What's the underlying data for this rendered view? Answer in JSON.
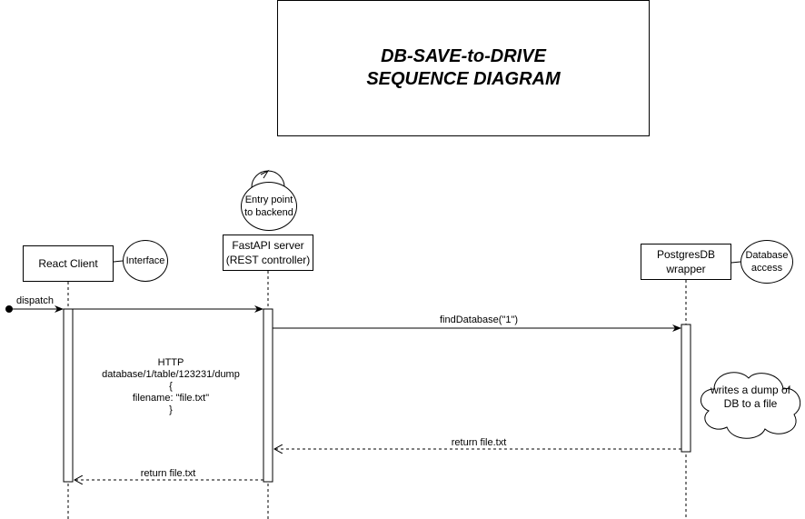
{
  "title": {
    "line1": "DB-SAVE-to-DRIVE",
    "line2": "SEQUENCE DIAGRAM"
  },
  "participants": {
    "client": {
      "label": "React Client",
      "note": "Interface"
    },
    "server": {
      "line1": "FastAPI server",
      "line2": "(REST controller)",
      "note_line1": "Entry point",
      "note_line2": "to backend"
    },
    "db": {
      "line1": "PostgresDB",
      "line2": "wrapper",
      "note_line1": "Database",
      "note_line2": "access"
    }
  },
  "messages": {
    "dispatch": "dispatch",
    "find": "findDatabase(\"1\")",
    "return_db": "return file.txt",
    "return_server": "return file.txt"
  },
  "http": {
    "method": "HTTP",
    "path": "database/1/table/123231/dump",
    "open": "{",
    "body": "filename: \"file.txt\"",
    "close": "}"
  },
  "cloud": {
    "line1": "writes a dump of",
    "line2": "DB to a file"
  }
}
